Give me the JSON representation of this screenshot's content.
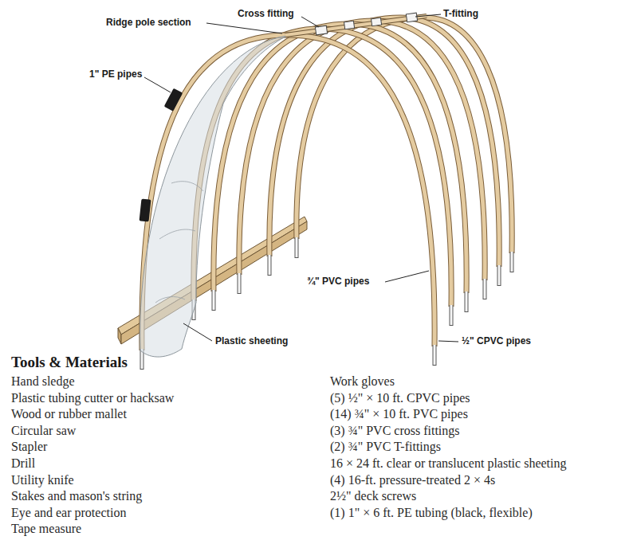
{
  "diagram": {
    "labels": [
      "Ridge pole section",
      "Cross fitting",
      "T-fitting",
      "1\" PE pipes",
      "¾\" PVC pipes",
      "½\" CPVC pipes",
      "Plastic sheeting",
      "Tools & Materials",
      "Hand sledge",
      "Plastic tubing cutter or hacksaw",
      "Wood or rubber mallet",
      "Circular saw",
      "Stapler",
      "Drill",
      "Utility knife",
      "Stakes and mason's string",
      "Eye and ear protection",
      "Tape measure",
      "Work gloves",
      "(5) ½\" × 10 ft. CPVC pipes",
      "(14) ¾\" × 10 ft. PVC pipes",
      "(3) ¾\" PVC cross fittings",
      "(2) ¾\" PVC T-fittings",
      "16 × 24 ft. clear or translucent plastic sheeting",
      "(4) 16-ft. pressure-treated 2 × 4s",
      "2½\" deck screws",
      "(1) 1\" × 6 ft. PE tubing (black, flexible)"
    ]
  }
}
